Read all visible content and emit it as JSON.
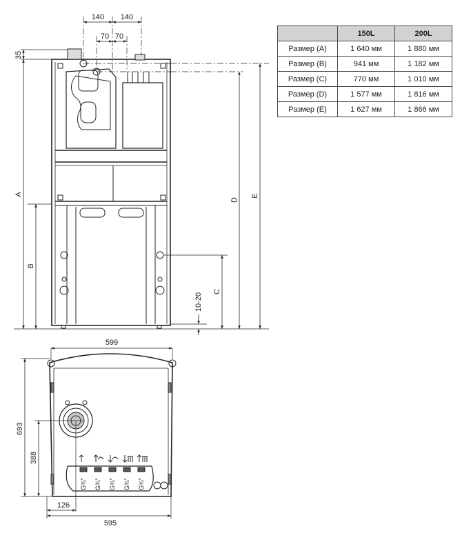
{
  "table": {
    "headers": [
      "",
      "150L",
      "200L"
    ],
    "rows": [
      {
        "label": "Размер (A)",
        "v150": "1 640 мм",
        "v200": "1 880 мм"
      },
      {
        "label": "Размер (B)",
        "v150": "941 мм",
        "v200": "1 182 мм"
      },
      {
        "label": "Размер (C)",
        "v150": "770 мм",
        "v200": "1 010 мм"
      },
      {
        "label": "Размер (D)",
        "v150": "1 577 мм",
        "v200": "1 816 мм"
      },
      {
        "label": "Размер (E)",
        "v150": "1 627 мм",
        "v200": "1 866 мм"
      }
    ]
  },
  "front_view": {
    "dim_140_left": "140",
    "dim_140_right": "140",
    "dim_70_left": "70",
    "dim_70_right": "70",
    "dim_35": "35",
    "label_A": "A",
    "label_B": "B",
    "label_C": "C",
    "label_D": "D",
    "label_E": "E",
    "dim_10_20": "10-20"
  },
  "bottom_view": {
    "dim_599": "599",
    "dim_693": "693",
    "dim_388": "388",
    "dim_126": "126",
    "dim_595": "595",
    "threads": [
      "G¾\"",
      "G¾\"",
      "G¾\"",
      "G¾\"",
      "G¾\""
    ]
  }
}
